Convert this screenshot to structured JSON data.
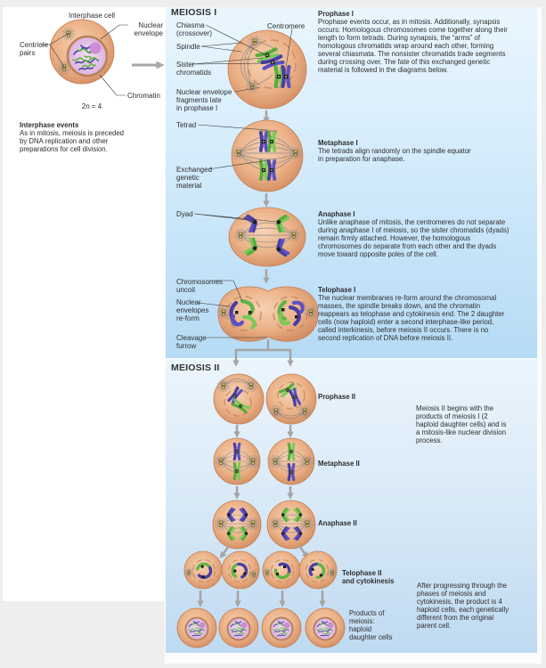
{
  "interphase": {
    "title": "Interphase cell",
    "labels": {
      "centriole_pairs": "Centriole\npairs",
      "nuclear_envelope": "Nuclear\nenvelope",
      "chromatin": "Chromatin"
    },
    "ploidy": "2n = 4",
    "events_title": "Interphase events",
    "events_text": "As in mitosis, meiosis is preceded\nby DNA replication and other\npreparations for cell division."
  },
  "meiosis1": {
    "title": "MEIOSIS I",
    "labels": {
      "chiasma": "Chiasma\n(crossover)",
      "centromere": "Centromere",
      "spindle": "Spindle",
      "sister_chromatids": "Sister\nchromatids",
      "nuclear_envelope_fragments": "Nuclear envelope\nfragments late\nin prophase I",
      "tetrad": "Tetrad",
      "exchanged_material": "Exchanged\ngenetic\nmaterial",
      "dyad": "Dyad",
      "chromosomes_uncoil": "Chromosomes\nuncoil",
      "nuclear_envelopes_reform": "Nuclear\nenvelopes\nre-form",
      "cleavage_furrow": "Cleavage\nfurrow"
    },
    "phases": [
      {
        "title": "Prophase I",
        "text": "Prophase events occur, as in mitosis. Additionally, synapsis\noccurs: Homologous chromosomes come together along their\nlength to form tetrads. During synapsis, the “arms” of\nhomologous chromatids wrap around each other, forming\nseveral chiasmata. The nonsister chromatids trade segments\nduring crossing over. The fate of this exchanged genetic\nmaterial is followed in the diagrams below."
      },
      {
        "title": "Metaphase I",
        "text": "The tetrads align randomly on the spindle equator\nin preparation for anaphase."
      },
      {
        "title": "Anaphase I",
        "text": "Unlike anaphase of mitosis, the centromeres do not separate\nduring anaphase I of meiosis, so the sister chromatids (dyads)\nremain firmly attached. However, the homologous\nchromosomes do separate from each other and the dyads\nmove toward opposite poles of the cell."
      },
      {
        "title": "Telophase I",
        "text": "The nuclear membranes re-form around the chromosomal\nmasses, the spindle breaks down, and the chromatin\nreappears as telophase and cytokinesis end. The 2 daughter\ncells (now haploid) enter a second interphase-like period,\ncalled interkinesis, before meiosis II occurs. There is no\nsecond replication of DNA before meiosis II."
      }
    ]
  },
  "meiosis2": {
    "title": "MEIOSIS II",
    "phases": {
      "prophase": "Prophase II",
      "metaphase": "Metaphase II",
      "anaphase": "Anaphase II",
      "telophase": "Telophase II\nand cytokinesis"
    },
    "intro_text": "Meiosis II begins with the\nproducts of meiosis I (2\nhaploid daughter cells) and is\na mitosis-like nuclear division\nprocess.",
    "summary_text": "After progressing through the\nphases of meiosis and\ncytokinesis, the product is 4\nhaploid cells, each genetically\ndifferent from the original\nparent cell.",
    "products_label": "Products of\nmeiosis:\nhaploid\ndaughter cells"
  },
  "colors": {
    "chromosome_purple": "#4a3ea8",
    "chromosome_green": "#5fb544",
    "cell": "#e8ad82",
    "nucleus": "#e6c4e6",
    "centriole": "#e4c33a",
    "panel_blue": "#cfe7f8"
  }
}
